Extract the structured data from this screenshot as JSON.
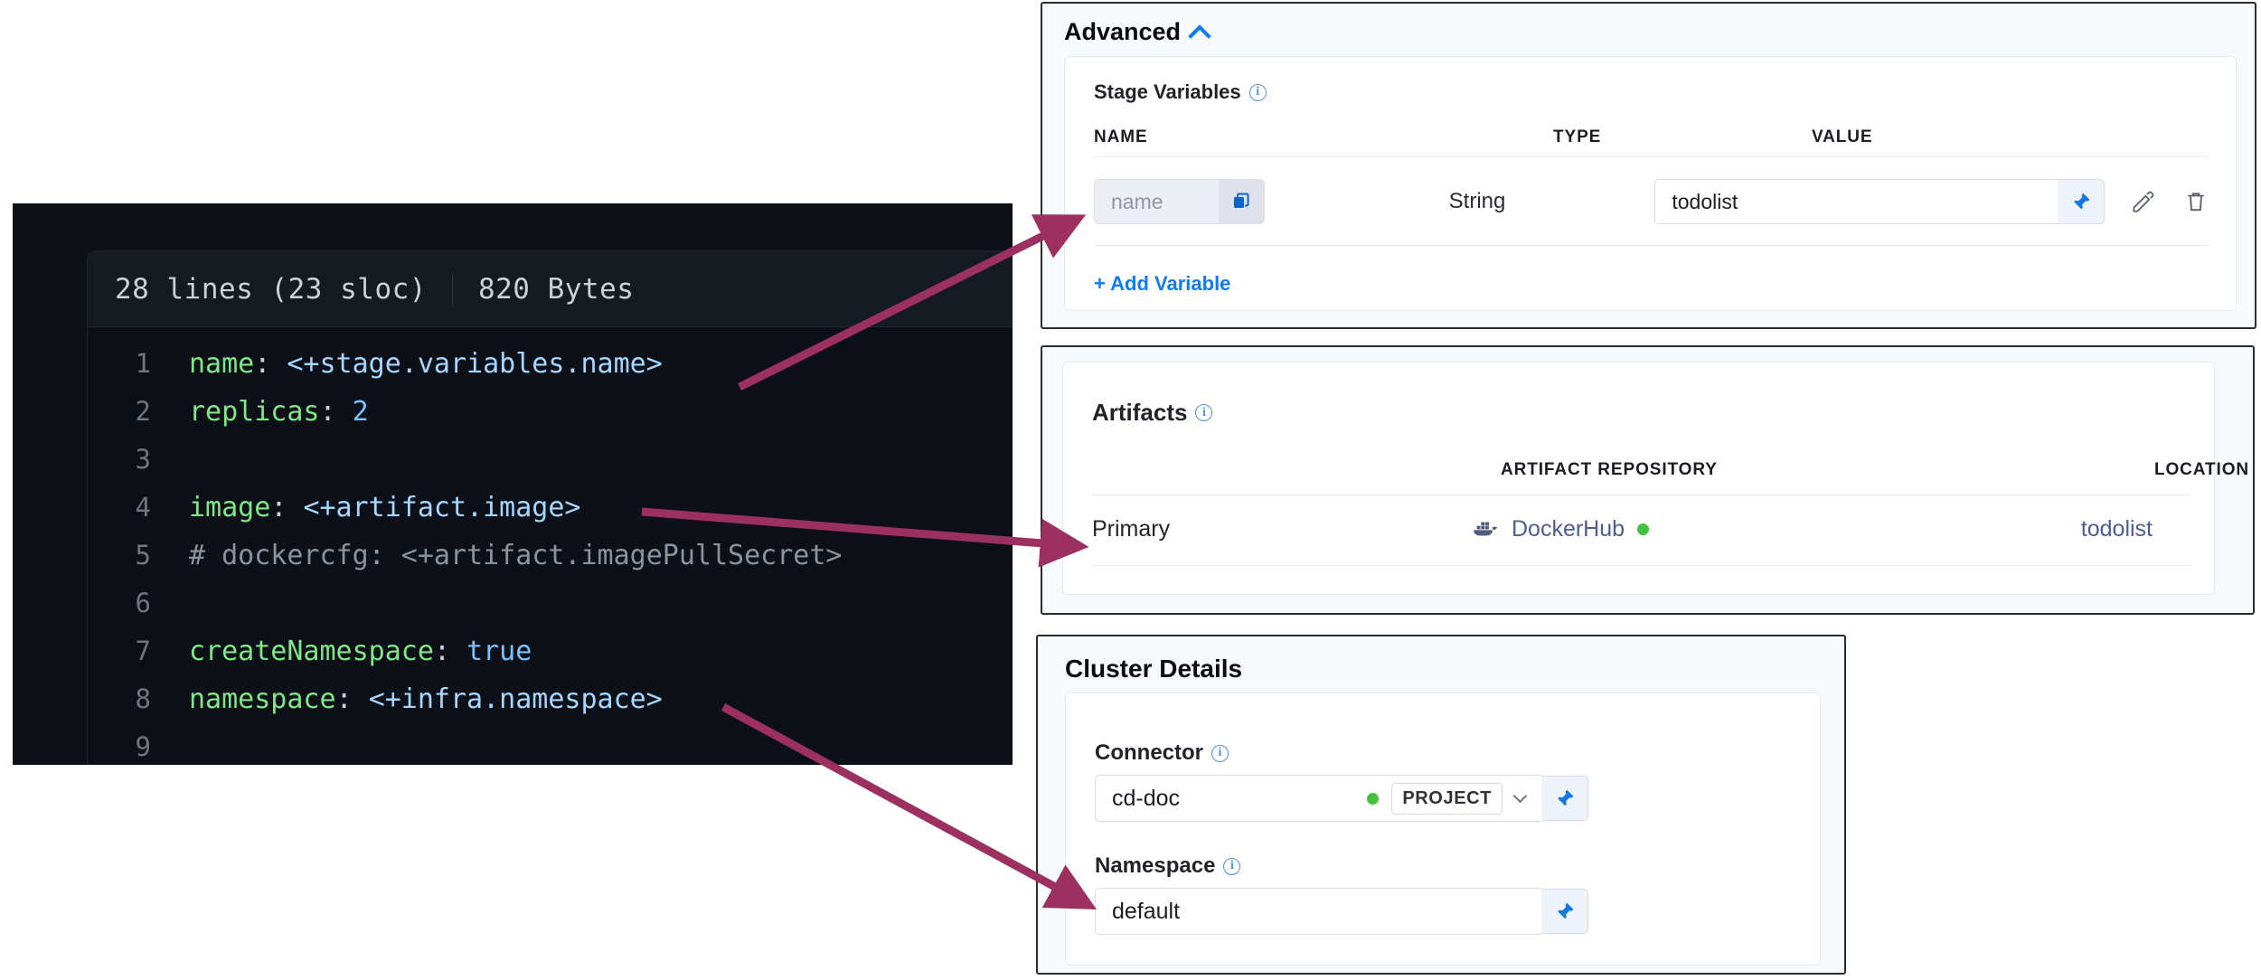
{
  "code_viewer": {
    "lines_meta": "28 lines (23 sloc)",
    "size_meta": "820 Bytes",
    "lines": [
      {
        "no": "1",
        "segments": [
          {
            "t": "name",
            "c": "key"
          },
          {
            "t": ": ",
            "c": "punc"
          },
          {
            "t": "<+stage.variables.name>",
            "c": "str"
          }
        ]
      },
      {
        "no": "2",
        "segments": [
          {
            "t": "replicas",
            "c": "key"
          },
          {
            "t": ": ",
            "c": "punc"
          },
          {
            "t": "2",
            "c": "val"
          }
        ]
      },
      {
        "no": "3",
        "segments": []
      },
      {
        "no": "4",
        "segments": [
          {
            "t": "image",
            "c": "key"
          },
          {
            "t": ": ",
            "c": "punc"
          },
          {
            "t": "<+artifact.image>",
            "c": "str"
          }
        ]
      },
      {
        "no": "5",
        "segments": [
          {
            "t": "# dockercfg: <+artifact.imagePullSecret>",
            "c": "com"
          }
        ]
      },
      {
        "no": "6",
        "segments": []
      },
      {
        "no": "7",
        "segments": [
          {
            "t": "createNamespace",
            "c": "key"
          },
          {
            "t": ": ",
            "c": "punc"
          },
          {
            "t": "true",
            "c": "val"
          }
        ]
      },
      {
        "no": "8",
        "segments": [
          {
            "t": "namespace",
            "c": "key"
          },
          {
            "t": ": ",
            "c": "punc"
          },
          {
            "t": "<+infra.namespace>",
            "c": "str"
          }
        ]
      },
      {
        "no": "9",
        "segments": []
      }
    ]
  },
  "advanced": {
    "title": "Advanced",
    "chevron": "chevron-up-icon",
    "stage_variables_label": "Stage Variables",
    "columns": [
      "NAME",
      "TYPE",
      "VALUE"
    ],
    "rows": [
      {
        "name_placeholder": "name",
        "name_value": "",
        "type": "String",
        "value": "todolist",
        "copy_icon": "copy-icon",
        "pin_icon": "pin-icon",
        "edit_icon": "pencil-icon",
        "delete_icon": "trash-icon"
      }
    ],
    "add_variable_label": "+ Add Variable"
  },
  "artifacts": {
    "title": "Artifacts",
    "columns": [
      "",
      "ARTIFACT REPOSITORY",
      "LOCATION"
    ],
    "rows": [
      {
        "kind": "Primary",
        "repository": "DockerHub",
        "repository_icon": "docker-whale-icon",
        "status_color": "#42c23f",
        "location": "todolist"
      }
    ]
  },
  "cluster_details": {
    "title": "Cluster Details",
    "connector": {
      "label": "Connector",
      "value": "cd-doc",
      "scope_badge": "PROJECT",
      "status_color": "#42c23f",
      "dropdown_icon": "chevron-down-icon",
      "pin_icon": "pin-icon"
    },
    "namespace": {
      "label": "Namespace",
      "value": "default",
      "pin_icon": "pin-icon"
    }
  },
  "annotations": {
    "arrow_color": "#9c3060",
    "arrows": [
      {
        "name": "arrow-to-stage-variable-name",
        "from": "code line 1 <+stage.variables.name>",
        "to": "Stage Variables name field"
      },
      {
        "name": "arrow-to-artifact-primary",
        "from": "code line 4 <+artifact.image>",
        "to": "Artifacts Primary row"
      },
      {
        "name": "arrow-to-namespace",
        "from": "code line 8 <+infra.namespace>",
        "to": "Cluster Details Namespace field"
      }
    ]
  }
}
